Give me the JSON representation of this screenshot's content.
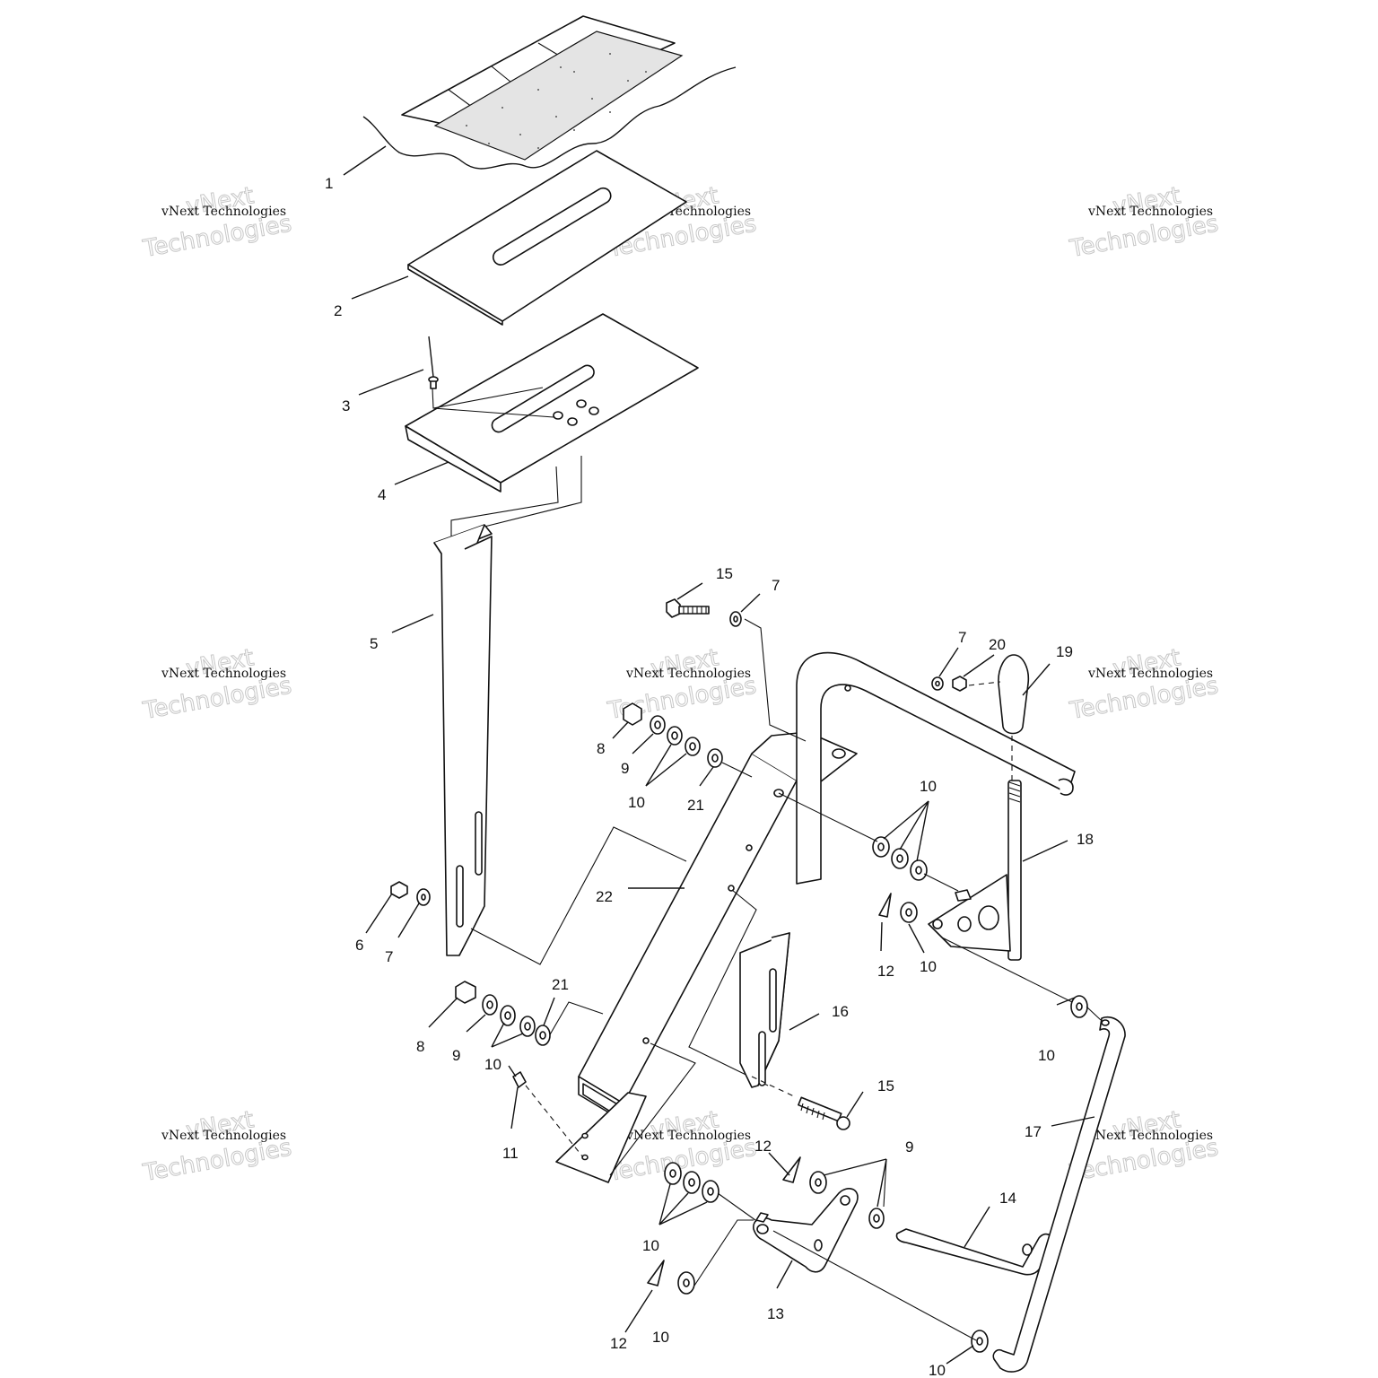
{
  "diagram": {
    "callouts": [
      {
        "id": "c1",
        "text": "1"
      },
      {
        "id": "c2",
        "text": "2"
      },
      {
        "id": "c3",
        "text": "3"
      },
      {
        "id": "c4",
        "text": "4"
      },
      {
        "id": "c5",
        "text": "5"
      },
      {
        "id": "c6",
        "text": "6"
      },
      {
        "id": "c7a",
        "text": "7"
      },
      {
        "id": "c15a",
        "text": "15"
      },
      {
        "id": "c7b",
        "text": "7"
      },
      {
        "id": "c7c",
        "text": "7"
      },
      {
        "id": "c20",
        "text": "20"
      },
      {
        "id": "c19",
        "text": "19"
      },
      {
        "id": "c8a",
        "text": "8"
      },
      {
        "id": "c9a",
        "text": "9"
      },
      {
        "id": "c10a",
        "text": "10"
      },
      {
        "id": "c21a",
        "text": "21"
      },
      {
        "id": "c10b",
        "text": "10"
      },
      {
        "id": "c18",
        "text": "18"
      },
      {
        "id": "c22",
        "text": "22"
      },
      {
        "id": "c12a",
        "text": "12"
      },
      {
        "id": "c10c",
        "text": "10"
      },
      {
        "id": "c16",
        "text": "16"
      },
      {
        "id": "c21b",
        "text": "21"
      },
      {
        "id": "c8b",
        "text": "8"
      },
      {
        "id": "c9b",
        "text": "9"
      },
      {
        "id": "c10d",
        "text": "10"
      },
      {
        "id": "c11",
        "text": "11"
      },
      {
        "id": "c15b",
        "text": "15"
      },
      {
        "id": "c10e",
        "text": "10"
      },
      {
        "id": "c17",
        "text": "17"
      },
      {
        "id": "c12b",
        "text": "12"
      },
      {
        "id": "c9c",
        "text": "9"
      },
      {
        "id": "c14",
        "text": "14"
      },
      {
        "id": "c10f",
        "text": "10"
      },
      {
        "id": "c13",
        "text": "13"
      },
      {
        "id": "c12c",
        "text": "12"
      },
      {
        "id": "c10g",
        "text": "10"
      },
      {
        "id": "c10h",
        "text": "10"
      }
    ],
    "watermark": {
      "line1": "vNext Technologies",
      "line2": "vNext",
      "line3": "Technologies"
    }
  }
}
